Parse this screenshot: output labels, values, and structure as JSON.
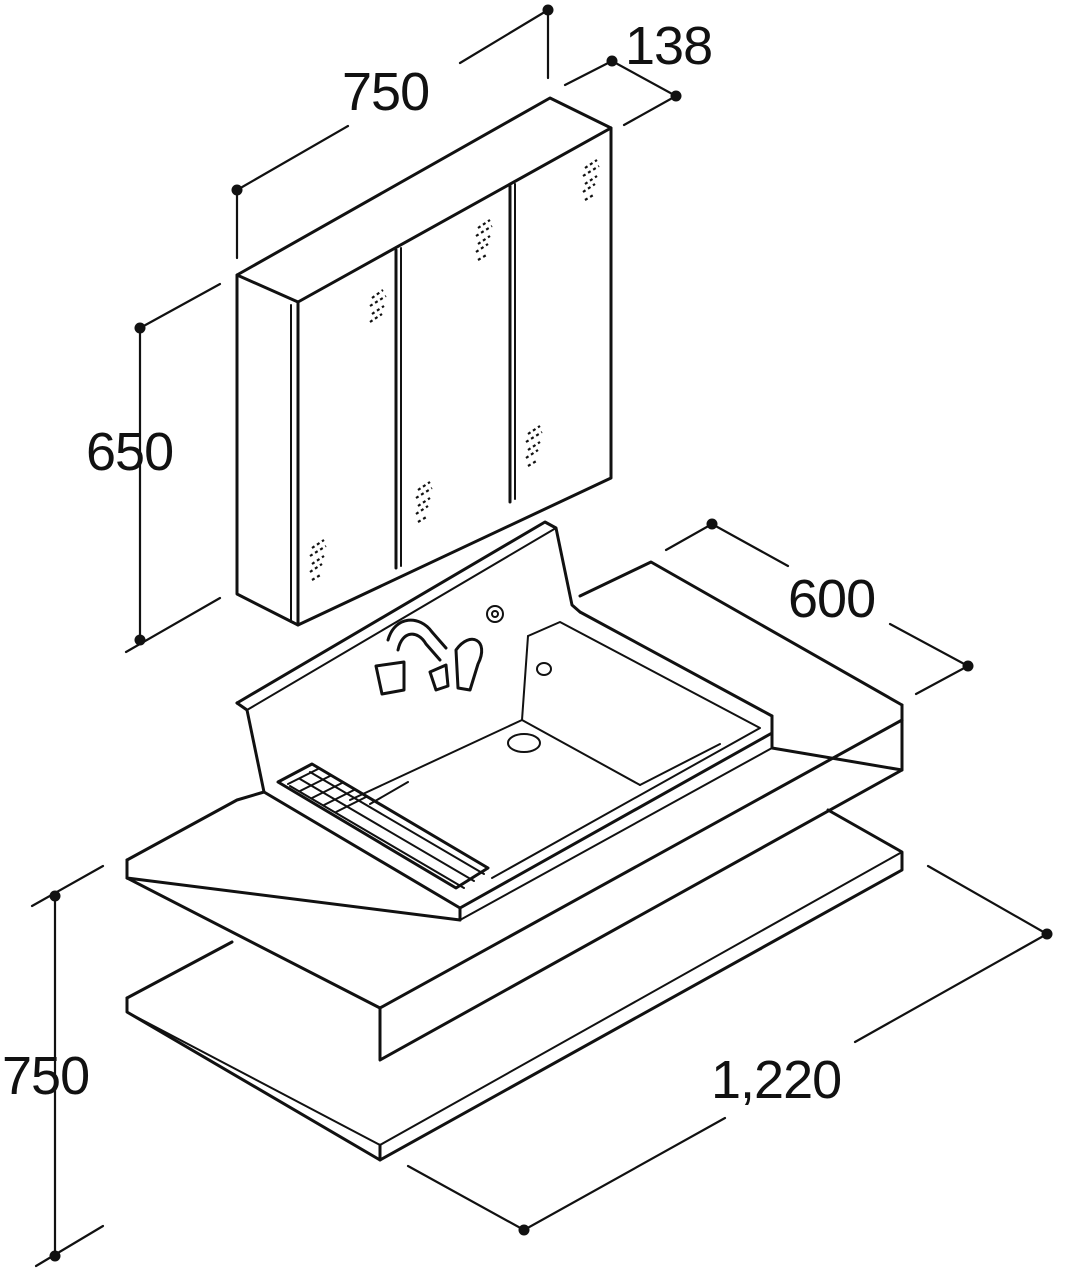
{
  "dimensions": {
    "cabinet_width": "750",
    "cabinet_depth": "138",
    "cabinet_height": "650",
    "counter_depth": "600",
    "total_height": "750",
    "counter_width": "1,220"
  },
  "colors": {
    "ink": "#111111",
    "background": "#ffffff"
  }
}
